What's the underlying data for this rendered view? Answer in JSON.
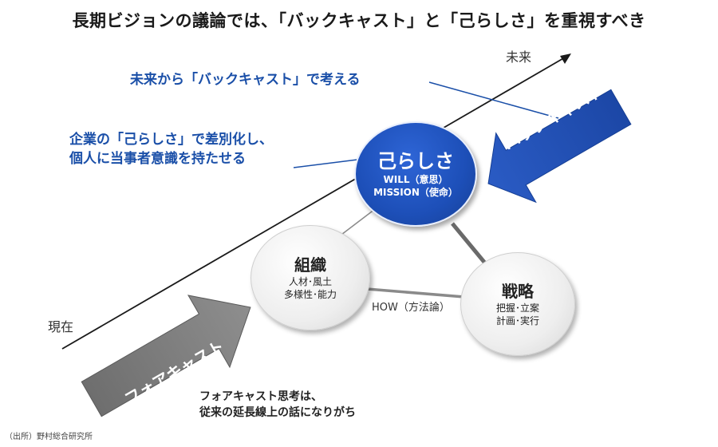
{
  "title": "長期ビジョンの議論では、「バックキャスト」と「己らしさ」を重視すべき",
  "axis": {
    "future_label": "未来",
    "present_label": "現在"
  },
  "notes": {
    "backcast_note": "未来から「バックキャスト」で考える",
    "identity_note_line1": "企業の「己らしさ」で差別化し、",
    "identity_note_line2": "個人に当事者意識を持たせる",
    "forecast_note_line1": "フォアキャスト思考は、",
    "forecast_note_line2": "従来の延長線上の話になりがち"
  },
  "arrows": {
    "backcast_label": "バックキャスト",
    "forecast_label": "フォアキャスト"
  },
  "circles": {
    "identity": {
      "title": "己らしさ",
      "line1": "WILL（意思）",
      "line2": "MISSION（使命）"
    },
    "organization": {
      "title": "組織",
      "line1": "人材･風土",
      "line2": "多様性･能力"
    },
    "strategy": {
      "title": "戦略",
      "line1": "把握･立案",
      "line2": "計画･実行"
    }
  },
  "how_label": "HOW（方法論）",
  "source": "（出所）野村総合研究所",
  "colors": {
    "accent_blue": "#1d4fb8",
    "note_blue": "#1a4fa8",
    "forecast_gray": "#7a7a7a",
    "connector_gray": "#909090"
  }
}
